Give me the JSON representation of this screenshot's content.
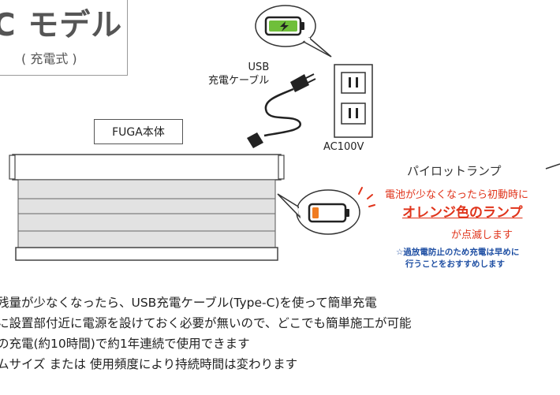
{
  "title": {
    "main": "C モデル",
    "sub": "( 充電式 )"
  },
  "body_label": "FUGA本体",
  "usb_label": {
    "line1": "USB",
    "line2": "充電ケーブル"
  },
  "outlet_label": "AC100V",
  "pilot": {
    "title": "パイロットランプ",
    "line1": "電池が少なくなったら初動時に",
    "line2": "オレンジ色のランプ",
    "line3": "が点滅します",
    "note1": "☆過放電防止のため充電は早めに",
    "note2": "行うことをおすすめします"
  },
  "description": [
    "残量が少なくなったら、USB充電ケーブル(Type-C)を使って簡単充電",
    "に設置部付近に電源を設けておく必要が無いので、どこでも簡単施工が可能",
    "の充電(約10時間)で約1年連続で使用できます",
    "ムサイズ または 使用頻度により持続時間は変わります"
  ],
  "colors": {
    "battery_green": "#6fbf3a",
    "battery_orange": "#f07c22",
    "accent_red": "#e0341b",
    "note_blue": "#1f4fa3"
  }
}
